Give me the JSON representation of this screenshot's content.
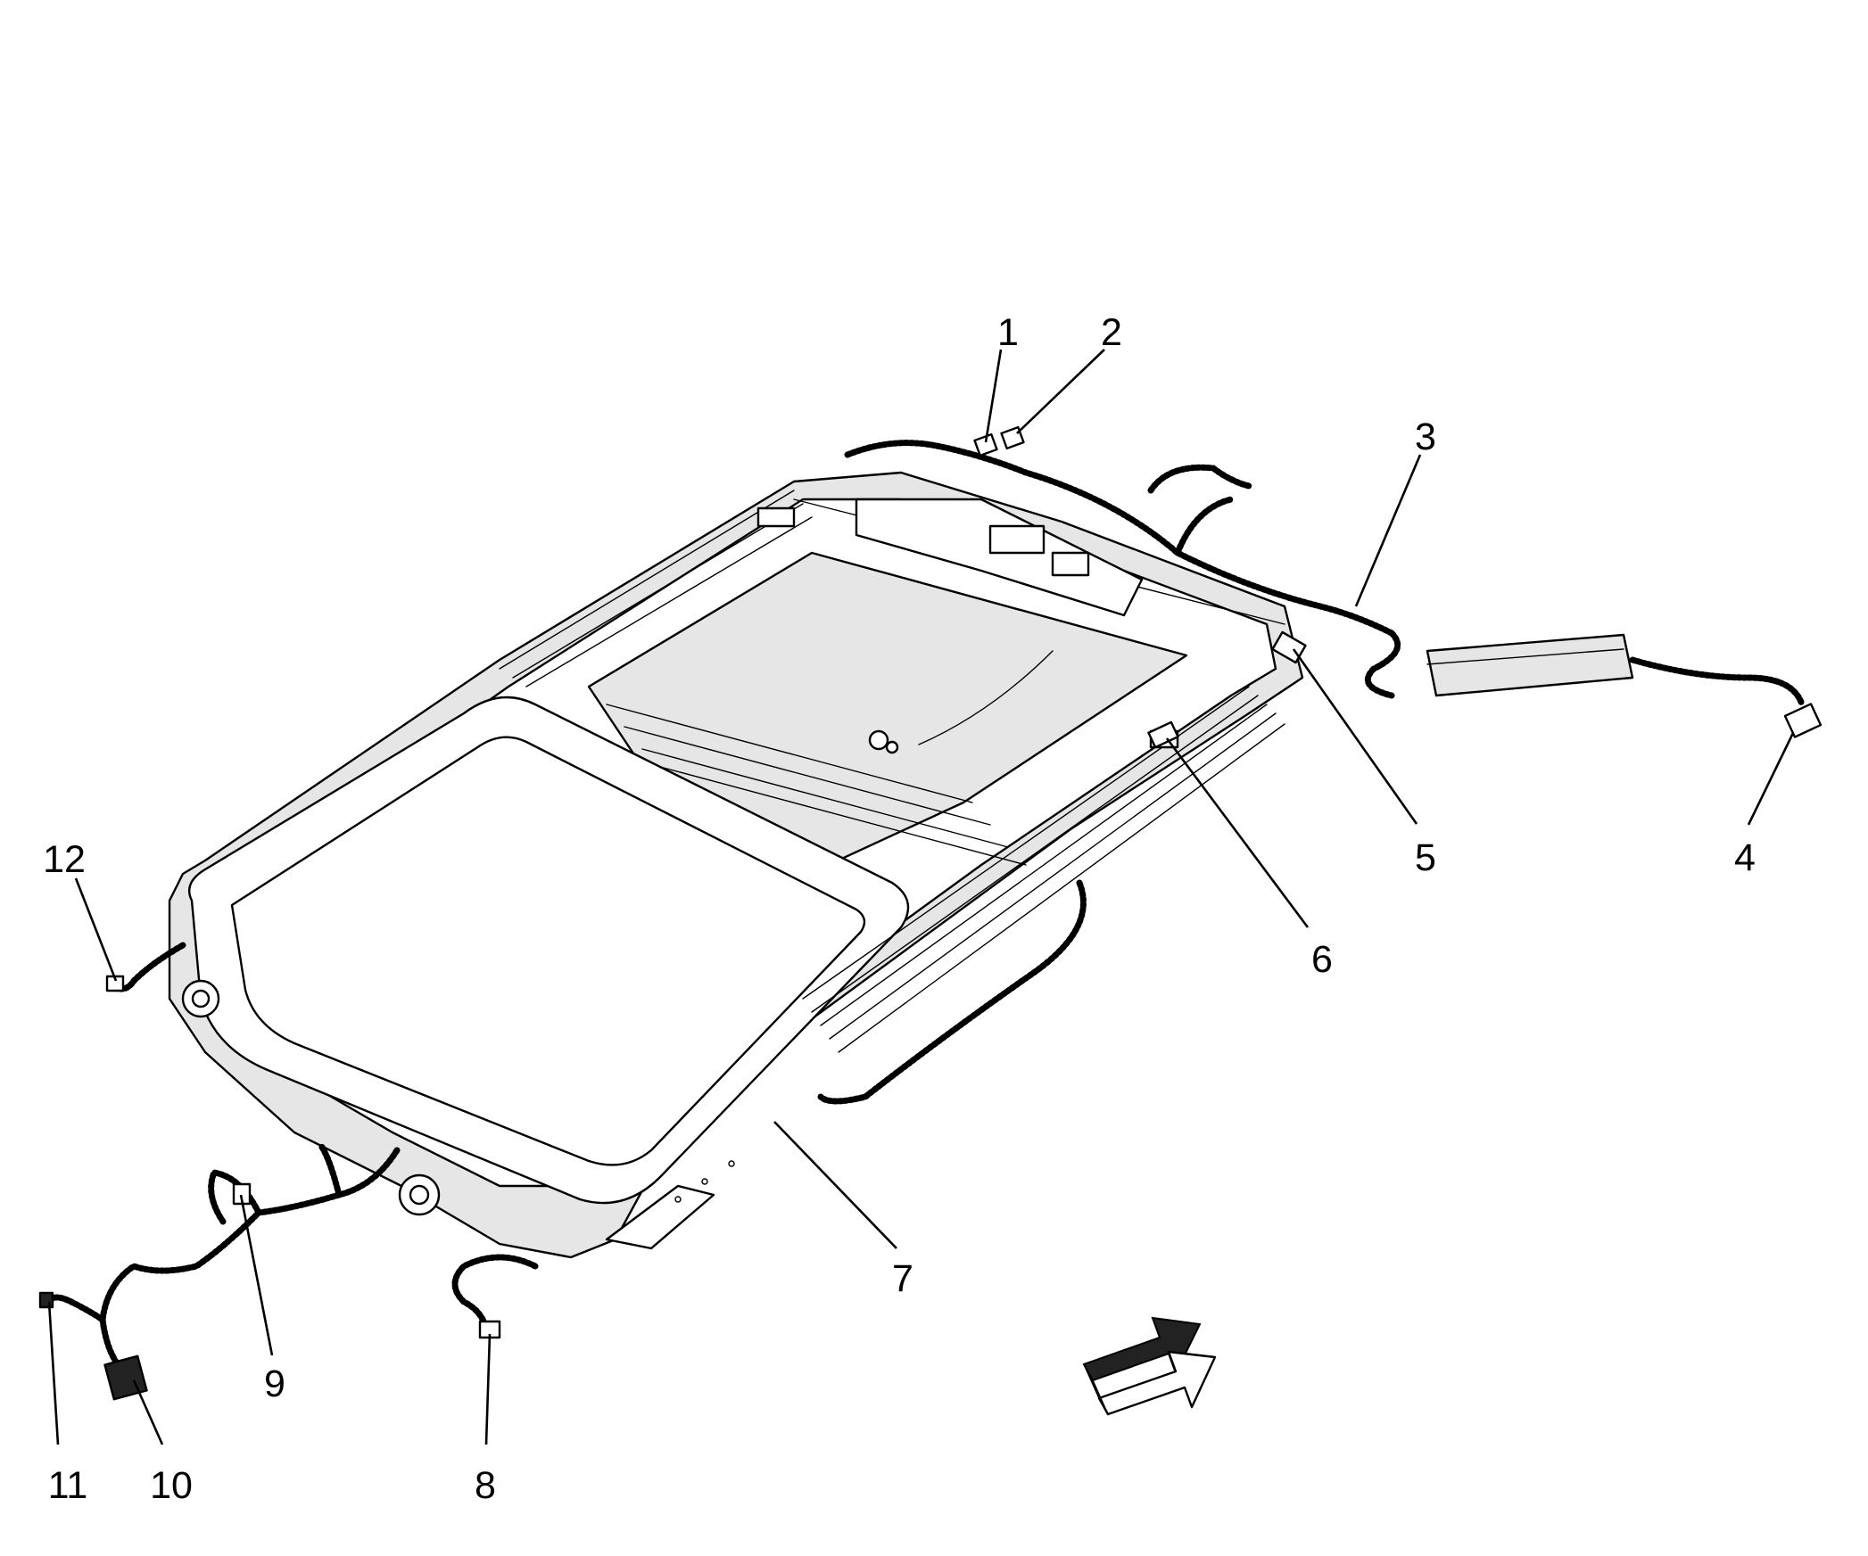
{
  "callouts": [
    {
      "id": "1",
      "label": "1"
    },
    {
      "id": "2",
      "label": "2"
    },
    {
      "id": "3",
      "label": "3"
    },
    {
      "id": "4",
      "label": "4"
    },
    {
      "id": "5",
      "label": "5"
    },
    {
      "id": "6",
      "label": "6"
    },
    {
      "id": "7",
      "label": "7"
    },
    {
      "id": "8",
      "label": "8"
    },
    {
      "id": "9",
      "label": "9"
    },
    {
      "id": "10",
      "label": "10"
    },
    {
      "id": "11",
      "label": "11"
    },
    {
      "id": "12",
      "label": "12"
    }
  ],
  "icons": {
    "direction": "front-direction-arrow-icon"
  }
}
